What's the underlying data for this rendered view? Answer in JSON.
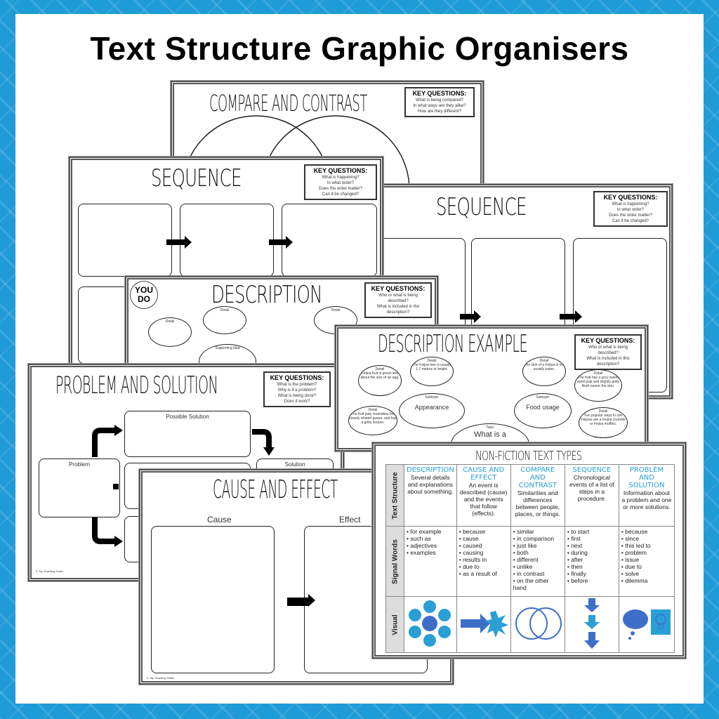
{
  "title": "Text Structure Graphic Organisers",
  "key_questions_label": "KEY QUESTIONS:",
  "compare": {
    "title": "COMPARE AND CONTRAST",
    "questions": [
      "What is being compared?",
      "In what ways are they alike?",
      "How are they different?"
    ]
  },
  "sequence": {
    "title": "SEQUENCE",
    "questions": [
      "What is happening?",
      "In what order?",
      "Does the order matter?",
      "Can it be changed?"
    ]
  },
  "description": {
    "title": "DESCRIPTION",
    "badge": "YOU DO",
    "questions": [
      "Who or what is being described?",
      "What is included in the description?"
    ],
    "detail": "Detail",
    "supporting": "Supporting idea"
  },
  "description_example": {
    "title": "DESCRIPTION EXAMPLE",
    "questions": [
      "Who or what is being described?",
      "What is included in this description?"
    ],
    "subtopic": "Subtopic",
    "topic": "Topic",
    "topic_text": "What is a",
    "sub1": "Appearance",
    "sub2": "Food usage",
    "details": [
      "Feijoa fruit is green and about the size of an egg.",
      "The Feijoa tree is usually 1-7 metres in height.",
      "The fruit pulp resembles the closely related guava, and has a gritty texture.",
      "The skin of a Feijoa is not usually eaten.",
      "The fruit has a juicy sweet seed pulp and slightly gritty flesh nearer the skin.",
      "Two popular ways to use Feijoas are a Feijoa crumble or Feijoa muffins."
    ]
  },
  "problem": {
    "title": "PROBLEM AND SOLUTION",
    "questions": [
      "What is the problem?",
      "Why is it a problem?",
      "What is being done?",
      "Does it work?"
    ],
    "problem_label": "Problem",
    "possible_solution": "Possible Solution",
    "solution": "Solution",
    "footer": "© Top Teaching Tasks"
  },
  "cause": {
    "title": "CAUSE AND EFFECT",
    "cause_label": "Cause",
    "effect_label": "Effect",
    "footer": "© Top Teaching Tasks"
  },
  "table": {
    "title": "NON-FICTION TEXT TYPES",
    "rows": [
      "Text Structure",
      "Signal Words",
      "Visual"
    ],
    "columns": [
      {
        "name": "DESCRIPTION",
        "desc": "Several details and explanations about something.",
        "words": [
          "for example",
          "such as",
          "adjectives",
          "examples"
        ]
      },
      {
        "name": "CAUSE AND EFFECT",
        "desc": "An event is described (cause) and the events that follow (effects).",
        "words": [
          "because",
          "cause",
          "caused",
          "causing",
          "results in",
          "due to",
          "as a result of"
        ]
      },
      {
        "name": "COMPARE AND CONTRAST",
        "desc": "Similarities and differences between people, places, or things.",
        "words": [
          "similar",
          "in comparison",
          "just like",
          "both",
          "different",
          "unlike",
          "in contrast",
          "on the other hand"
        ]
      },
      {
        "name": "SEQUENCE",
        "desc": "Chronological events of a list of steps in a procedure.",
        "words": [
          "to start",
          "first",
          "next",
          "during",
          "after",
          "then",
          "finally",
          "before"
        ]
      },
      {
        "name": "PROBLEM AND SOLUTION",
        "desc": "Information about a problem and one or more solutions.",
        "words": [
          "because",
          "since",
          "this led to",
          "problem",
          "issue",
          "due to",
          "solve",
          "dilemma"
        ]
      }
    ]
  },
  "colors": {
    "border": "#1f9bd7",
    "accent": "#2a9fd6",
    "visual_dark": "#3d6fc9"
  }
}
